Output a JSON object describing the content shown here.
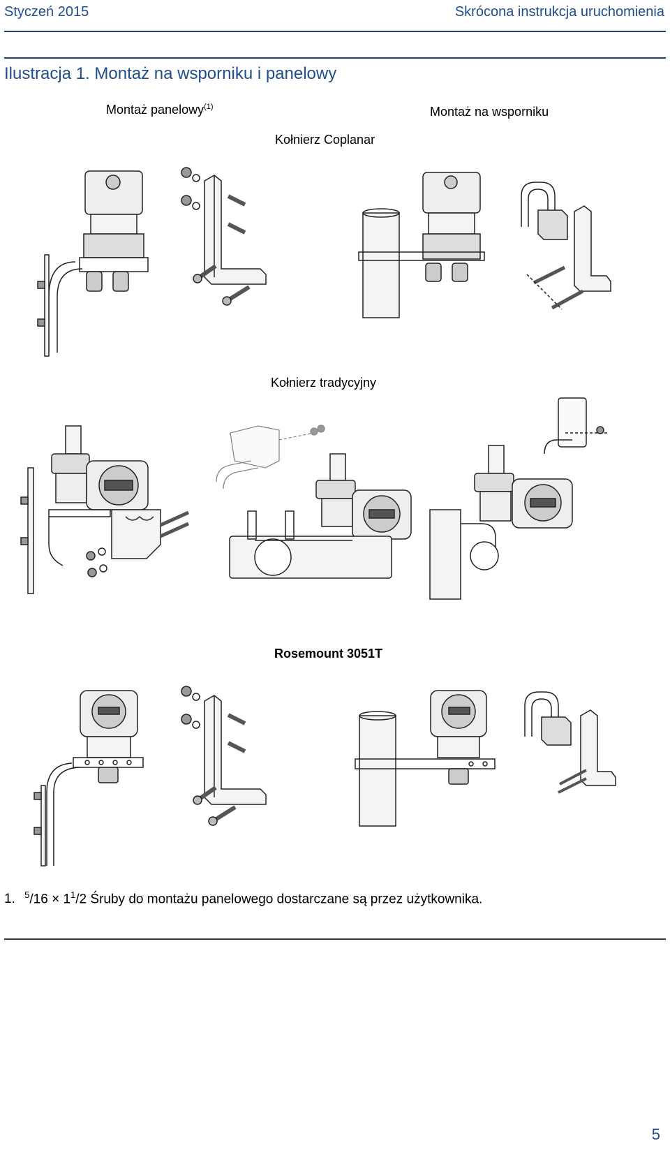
{
  "header": {
    "date": "Styczeń 2015",
    "doc_title": "Skrócona instrukcja uruchomienia"
  },
  "figure": {
    "title": "Ilustracja 1. Montaż na wsporniku i panelowy",
    "panel_label": "Montaż panelowy",
    "panel_note_ref": "(1)",
    "bracket_label": "Montaż na wsporniku",
    "sections": {
      "coplanar": "Kołnierz Coplanar",
      "traditional": "Kołnierz tradycyjny",
      "rosemount": "Rosemount 3051T"
    }
  },
  "footnote": {
    "number": "1.",
    "frac1_num": "5",
    "frac1_den": "/16",
    "times": "×",
    "whole": "1",
    "frac2_num": "1",
    "frac2_den": "/2",
    "text": "Śruby do montażu panelowego dostarczane są przez użytkownika."
  },
  "page_number": "5",
  "colors": {
    "accent": "#1f4e8c",
    "rule": "#1f3f73",
    "line": "#222222"
  }
}
